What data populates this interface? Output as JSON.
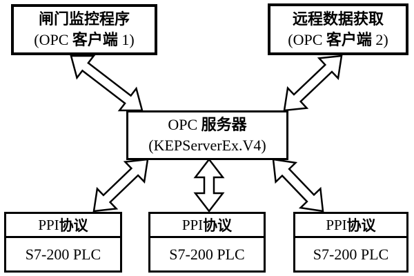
{
  "diagram": {
    "colors": {
      "background": "#ffffff",
      "line": "#000000",
      "box_fill": "#ffffff"
    },
    "nodes": {
      "client1": {
        "line1": "闸门监控程序",
        "line2": "(OPC 客户端 1)"
      },
      "client2": {
        "line1": "远程数据获取",
        "line2": "(OPC 客户端 2)"
      },
      "server": {
        "line1": "OPC 服务器",
        "line2": "(KEPServerEx.V4)"
      },
      "plc1": {
        "protocol": "PPI 协议",
        "device": "S7-200 PLC"
      },
      "plc2": {
        "protocol": "PPI 协议",
        "device": "S7-200 PLC"
      },
      "plc3": {
        "protocol": "PPI 协议",
        "device": "S7-200 PLC"
      }
    },
    "connections": [
      {
        "from": "client1",
        "to": "server",
        "style": "double-headed-block-arrow"
      },
      {
        "from": "client2",
        "to": "server",
        "style": "double-headed-block-arrow"
      },
      {
        "from": "server",
        "to": "plc1",
        "style": "double-headed-block-arrow"
      },
      {
        "from": "server",
        "to": "plc2",
        "style": "double-headed-block-arrow"
      },
      {
        "from": "server",
        "to": "plc3",
        "style": "double-headed-block-arrow"
      }
    ]
  }
}
